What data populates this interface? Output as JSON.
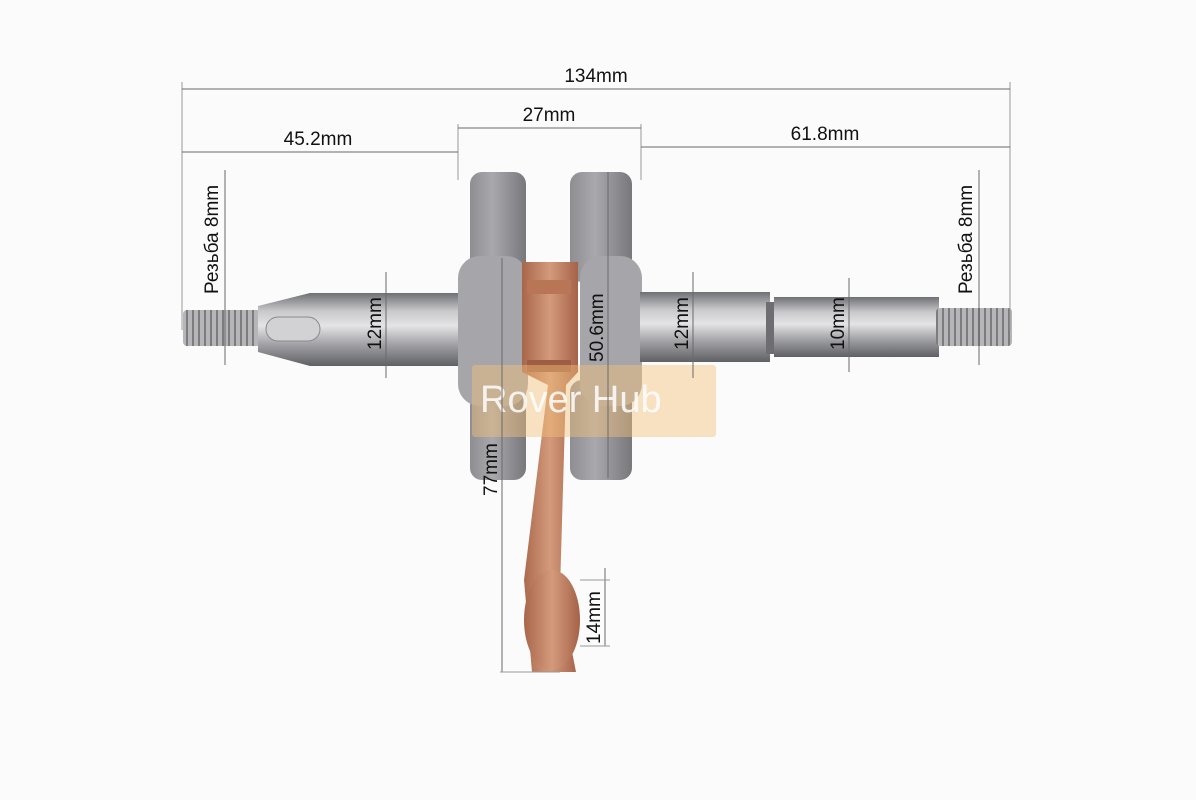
{
  "watermark": {
    "text": "Rover Hub",
    "color": "#f4c27a"
  },
  "dimensions": {
    "overall_length": "134mm",
    "left_shaft_length": "45.2mm",
    "web_width": "27mm",
    "right_shaft_length": "61.8mm",
    "left_thread": "Резьба 8mm",
    "right_thread": "Резьба 8mm",
    "left_shaft_diameter": "12mm",
    "right_shaft_diameter": "12mm",
    "right_end_diameter": "10mm",
    "web_diameter": "50.6mm",
    "rod_length": "77mm",
    "small_end_diameter": "14mm"
  },
  "colors": {
    "background": "#fbfbfb",
    "steel": "#a8a8ab",
    "rod_copper": "#c98a6a"
  }
}
